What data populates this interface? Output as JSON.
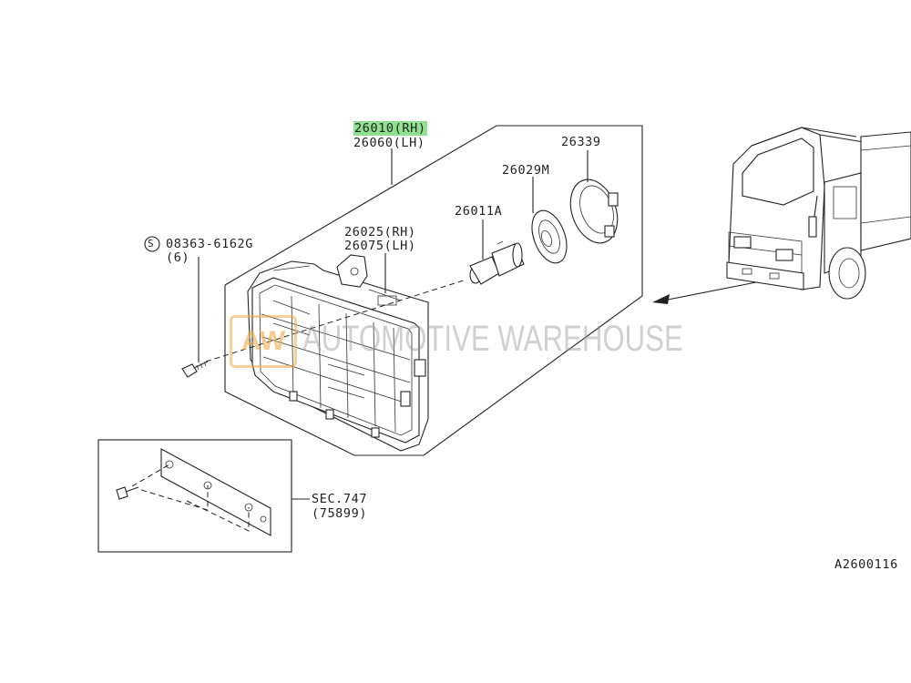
{
  "labels": {
    "part_main_rh": "26010(RH)",
    "part_main_lh": "26060(LH)",
    "part_unit_rh": "26025(RH)",
    "part_unit_lh": "26075(LH)",
    "part_bulb": "26011A",
    "part_seal": "26029M",
    "part_cap": "26339",
    "bolt_code": "08363-6162G",
    "bolt_qty": "(6)",
    "bolt_symbol": "S",
    "sec_ref": "SEC.747",
    "sec_sub": "(75899)",
    "diagram_id": "A2600116"
  },
  "watermark": {
    "logo": "AW",
    "text": "AUTOMOTIVE WAREHOUSE"
  },
  "colors": {
    "highlight": "#8fe08f",
    "line": "#222222",
    "watermark_logo": "#ecaa46"
  }
}
